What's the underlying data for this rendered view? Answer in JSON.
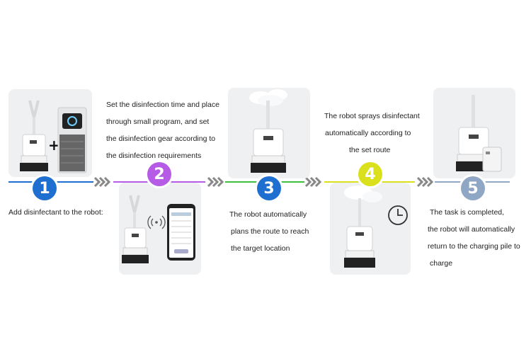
{
  "steps": [
    {
      "number": "1",
      "color": "#1f6fd1",
      "lines": [
        "Add disinfectant to the robot:"
      ]
    },
    {
      "number": "2",
      "color": "#b55be6",
      "lines": [
        "Set the disinfection time and place",
        "through small program, and set",
        "the disinfection gear according to",
        "the disinfection requirements"
      ]
    },
    {
      "number": "3",
      "color": "#1f6fd1",
      "lines": [
        "The robot automatically",
        "plans the route to reach",
        "the target location"
      ]
    },
    {
      "number": "4",
      "color": "#dbe01c",
      "lines": [
        "The robot sprays disinfectant",
        "automatically according to",
        "the set route"
      ]
    },
    {
      "number": "5",
      "color": "#8fa7c4",
      "lines": [
        "The task is completed,",
        "the robot will automatically",
        "return to the charging pile to",
        "charge"
      ]
    }
  ],
  "icons": {
    "plus": "+",
    "wifi": "wifi-signal-icon",
    "clock": "clock-icon",
    "chevrons": "double-chevron-right-icon"
  },
  "colors": {
    "blue": "#1f6fd1",
    "purple": "#b55be6",
    "green": "#3fbf3f",
    "yellow": "#dbe01c",
    "grey": "#8fa7c4"
  }
}
